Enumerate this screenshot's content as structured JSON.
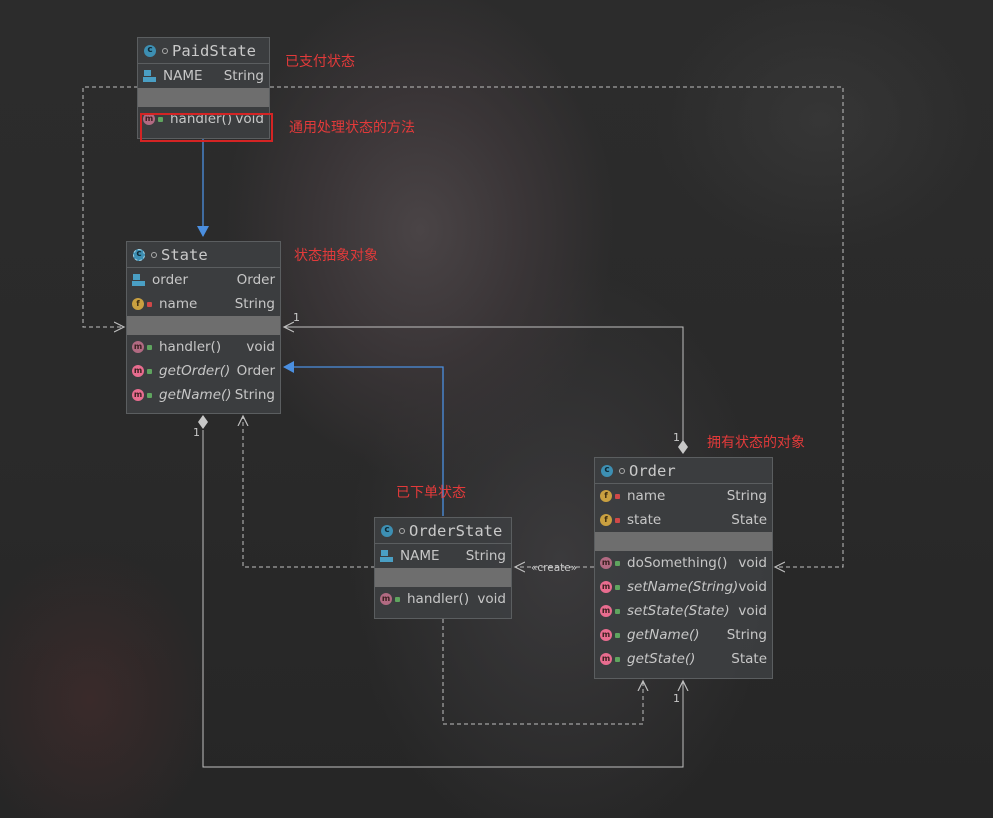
{
  "classes": {
    "paid_state": {
      "name": "PaidState",
      "fields": [
        {
          "name": "NAME",
          "type": "String"
        }
      ],
      "methods": [
        {
          "name": "handler()",
          "type": "void"
        }
      ]
    },
    "state": {
      "name": "State",
      "fields": [
        {
          "name": "order",
          "type": "Order"
        },
        {
          "name": "name",
          "type": "String"
        }
      ],
      "methods": [
        {
          "name": "handler()",
          "type": "void"
        },
        {
          "name": "getOrder()",
          "type": "Order"
        },
        {
          "name": "getName()",
          "type": "String"
        }
      ]
    },
    "order_state": {
      "name": "OrderState",
      "fields": [
        {
          "name": "NAME",
          "type": "String"
        }
      ],
      "methods": [
        {
          "name": "handler()",
          "type": "void"
        }
      ]
    },
    "order": {
      "name": "Order",
      "fields": [
        {
          "name": "name",
          "type": "String"
        },
        {
          "name": "state",
          "type": "State"
        }
      ],
      "methods": [
        {
          "name": "doSomething()",
          "type": "void"
        },
        {
          "name": "setName(String)",
          "type": "void"
        },
        {
          "name": "setState(State)",
          "type": "void"
        },
        {
          "name": "getName()",
          "type": "String"
        },
        {
          "name": "getState()",
          "type": "State"
        }
      ]
    }
  },
  "annotations": {
    "paid_state": "已支付状态",
    "handler_method": "通用处理状态的方法",
    "state_abstract": "状态抽象对象",
    "order_state": "已下单状态",
    "order_holder": "拥有状态的对象"
  },
  "relations": {
    "create_label": "«create»",
    "mult_state_order": "1",
    "mult_order_top": "1",
    "mult_state_bottom": "1",
    "mult_order_bottom": "1"
  },
  "colors": {
    "annotation": "#e23a3a",
    "inheritance": "#4b8fe0",
    "link": "#bfbfbf",
    "class_icon": "#3d8fb3",
    "method_icon": "#e86c8f",
    "field_icon": "#c9a040"
  },
  "icons": {
    "class": "class-icon",
    "abstract_class": "abstract-class-icon",
    "method": "method-icon",
    "field": "field-icon",
    "constant": "constant-field-icon",
    "public": "public-lock-icon",
    "private": "private-lock-icon"
  }
}
